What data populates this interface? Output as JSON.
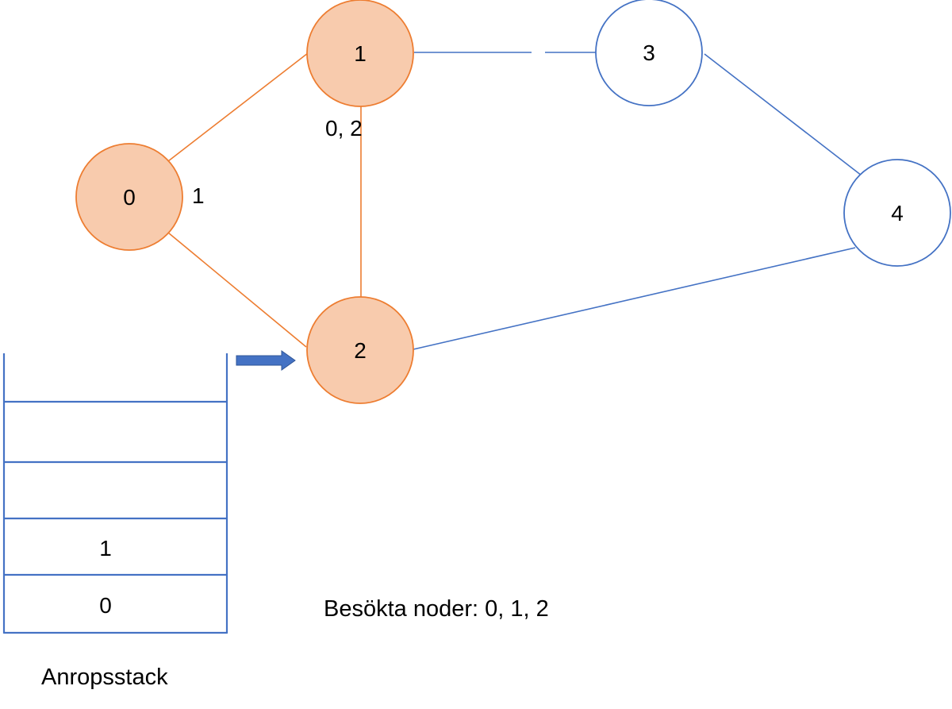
{
  "colors": {
    "visited_fill": "#f8cbad",
    "visited_stroke": "#ed7d31",
    "unvisited_fill": "#ffffff",
    "unvisited_stroke": "#4472c4",
    "text": "#000000"
  },
  "graph": {
    "nodes": [
      {
        "id": "0",
        "label": "0",
        "visited": true
      },
      {
        "id": "1",
        "label": "1",
        "visited": true
      },
      {
        "id": "2",
        "label": "2",
        "visited": true
      },
      {
        "id": "3",
        "label": "3",
        "visited": false
      },
      {
        "id": "4",
        "label": "4",
        "visited": false
      }
    ],
    "edges": [
      {
        "from": "0",
        "to": "1",
        "visited": true
      },
      {
        "from": "0",
        "to": "2",
        "visited": true
      },
      {
        "from": "1",
        "to": "2",
        "visited": true
      },
      {
        "from": "1",
        "to": "3",
        "visited": false
      },
      {
        "from": "3",
        "to": "4",
        "visited": false
      },
      {
        "from": "2",
        "to": "4",
        "visited": false
      }
    ],
    "annotations": {
      "node0_neighbors": "1",
      "node1_neighbors": "0, 2"
    }
  },
  "stack": {
    "title": "Anropsstack",
    "slots": [
      "",
      "",
      "",
      "1",
      "0"
    ],
    "current_pointer_target": "2"
  },
  "visited_text": "Besökta noder: 0, 1, 2"
}
